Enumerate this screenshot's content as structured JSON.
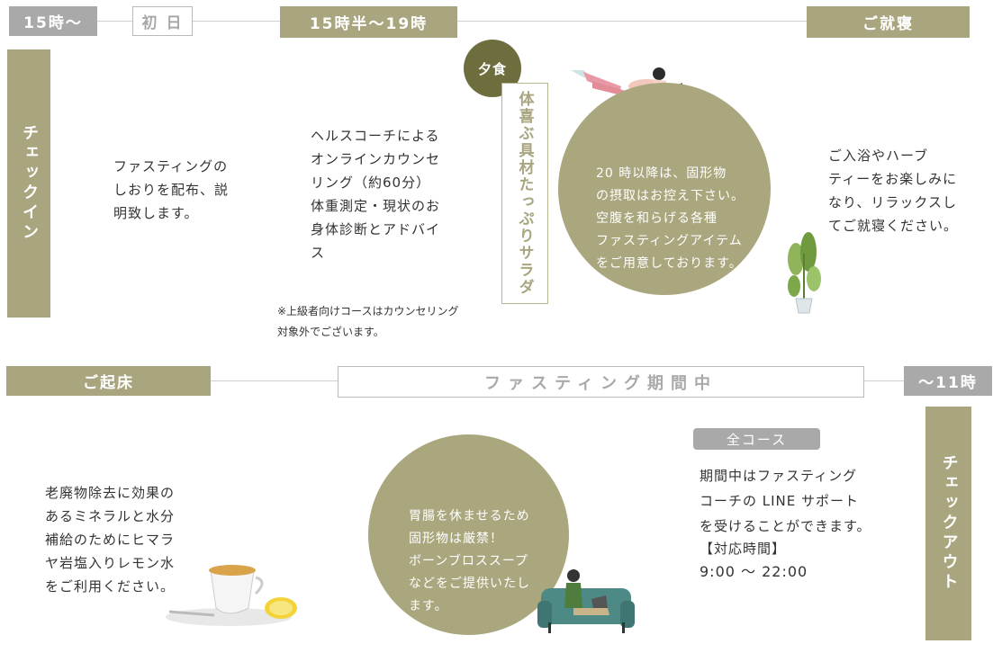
{
  "top_row": {
    "time_start": "15時〜",
    "first_day": "初 日",
    "time_range": "15時半〜19時",
    "bedtime": "ご就寝"
  },
  "checkin": {
    "label": "チェックイン",
    "desc": "ファスティングの\nしおりを配布、説\n明致します。"
  },
  "counseling": {
    "desc": "ヘルスコーチによる\nオンラインカウンセ\nリング（約60分）\n体重測定・現状のお\n身体診断とアドバイ\nス",
    "note": "※上級者向けコースはカウンセリング\n対象外でございます。"
  },
  "dinner": {
    "badge": "夕食",
    "menu": "体喜ぶ具材たっぷりサラダ"
  },
  "evening_circle": {
    "text": "20 時以降は、固形物\nの摂取はお控え下さい。\n空腹を和らげる各種\nファスティングアイテム\nをご用意しております。"
  },
  "bedtime_desc": "ご入浴やハーブ\nティーをお楽しみに\nなり、リラックスし\nてご就寝ください。",
  "bottom_row": {
    "wake": "ご起床",
    "fasting_period": "ファスティング期間中",
    "time_end": "〜11時"
  },
  "morning": {
    "desc": "老廃物除去に効果の\nあるミネラルと水分\n補給のためにヒマラ\nヤ岩塩入りレモン水\nをご利用ください。"
  },
  "fasting_circle": {
    "text": "胃腸を休ませるため\n固形物は厳禁！\nボーンブロススープ\nなどをご提供いたし\nます。"
  },
  "support": {
    "pill": "全コース",
    "desc": "期間中はファスティング\nコーチの LINE サポート\nを受けることができます。",
    "hours_label": "【対応時間】",
    "hours": "9:00 〜 22:00"
  },
  "checkout": {
    "label": "チェックアウト"
  },
  "colors": {
    "olive": "#a8a57f",
    "dark_olive": "#6d6d3d",
    "gray": "#a9a9a9"
  }
}
